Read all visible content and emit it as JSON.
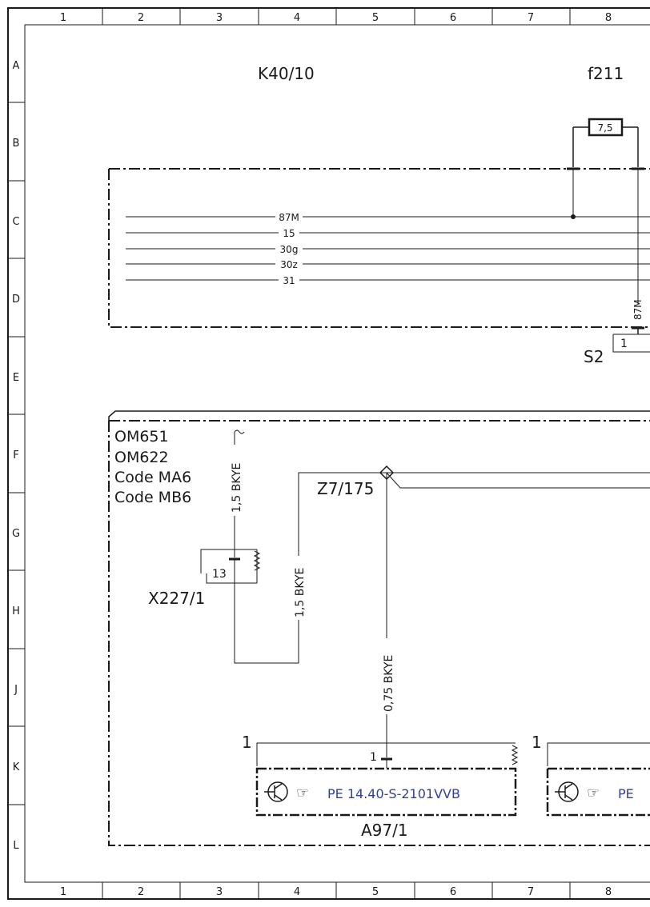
{
  "grid": {
    "columns": [
      "1",
      "2",
      "3",
      "4",
      "5",
      "6",
      "7",
      "8"
    ],
    "rows": [
      "A",
      "B",
      "C",
      "D",
      "E",
      "F",
      "G",
      "H",
      "J",
      "K",
      "L"
    ]
  },
  "components": {
    "k40": "K40/10",
    "fuse_name": "f211",
    "fuse_rating": "7,5",
    "s2": "S2",
    "s2_pin": "1",
    "s2_wire": "87M",
    "z7": "Z7/175",
    "x227": "X227/1",
    "x227_pin": "13",
    "a97": "A97/1",
    "a97_pin": "1",
    "left_connector_pin": "1",
    "right_connector_pin": "1"
  },
  "bus_lines": [
    "87M",
    "15",
    "30g",
    "30z",
    "31"
  ],
  "engine_codes": [
    "OM651",
    "OM622",
    "Code MA6",
    "Code MB6"
  ],
  "wires": {
    "upper": "1,5 BKYE",
    "middle": "1,5 BKYE",
    "lower": "0,75 BKYE"
  },
  "references": {
    "left": "PE 14.40-S-2101VVB",
    "right": "PE"
  },
  "colors": {
    "line": "#1a1a1a",
    "reference": "#2f3f9a"
  }
}
